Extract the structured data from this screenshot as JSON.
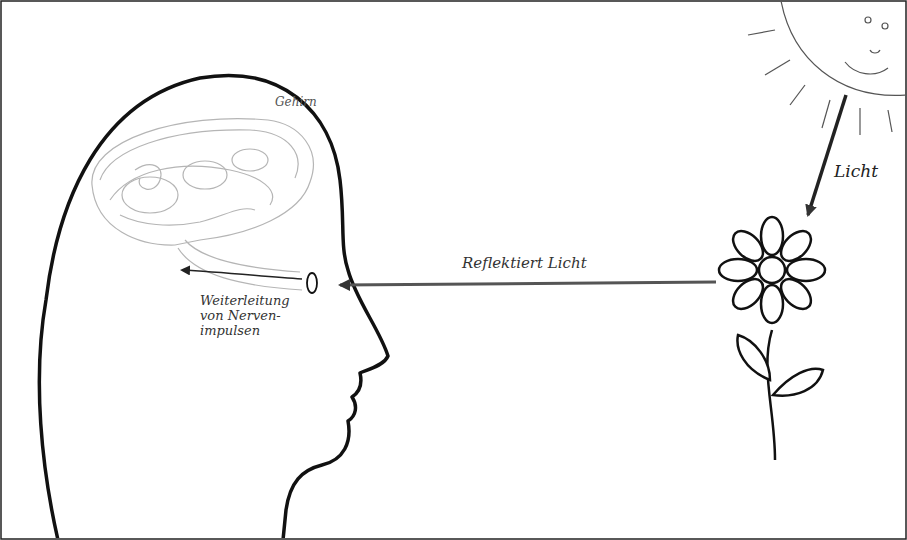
{
  "diagram": {
    "labels": [
      "Gehirn",
      "Licht",
      "Reflektiert Licht",
      "Weiterleitung von Nerven- impulsen"
    ]
  }
}
